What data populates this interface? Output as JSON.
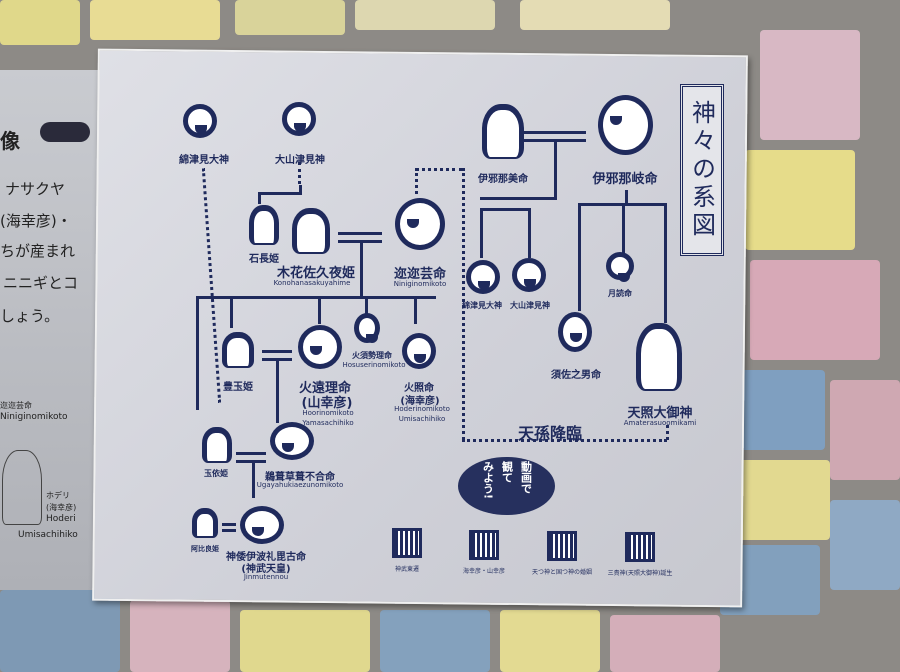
{
  "left_panel": {
    "title": "像",
    "lines": [
      "ナサクヤ",
      "(海幸彦)・",
      "ちが産まれ",
      "ニニギとコ",
      "しょう。"
    ],
    "ninigi": "迩迩芸命",
    "ninigi_romaji": "Niniginomikoto",
    "hoderi": [
      "ホデリ",
      "(海幸彦)",
      "Hoderi",
      "Umisachihiko"
    ]
  },
  "title": "神々の系図",
  "gods": {
    "wadatsumi1": "綿津見大神",
    "ooyamatsumi1": "大山津見神",
    "iwanaga": "石長姫",
    "konohana": "木花佐久夜姫",
    "konohana_r": "Konohanasakuyahime",
    "ninigi": "迩迩芸命",
    "ninigi_r": "Niniginomikoto",
    "izanami": "伊邪那美命",
    "izanagi": "伊邪那岐命",
    "wadatsumi2": "綿津見大神",
    "ooyamatsumi2": "大山津見神",
    "tsukuyomi": "月読命",
    "susanoo": "須佐之男命",
    "amaterasu": "天照大御神",
    "amaterasu_r": "Amaterasuoomikami",
    "toyotama": "豊玉姫",
    "hoori": "火遠理命",
    "hoori2": "(山幸彦)",
    "hoori_r": "Hoorinomikoto",
    "hoori_r2": "Yamasachihiko",
    "hosuseri": "火須勢理命",
    "hosuseri_r": "Hosuserinomikoto",
    "hoderi": "火照命",
    "hoderi2": "(海幸彦)",
    "hoderi_r": "Hoderinomikoto",
    "hoderi_r2": "Umisachihiko",
    "tamayori": "玉依姫",
    "ugaya": "鵜葺草葺不合命",
    "ugaya_r": "Ugayahukiaezunomikoto",
    "ahira": "阿比良姫",
    "jinmu": "神倭伊波礼毘古命",
    "jinmu2": "(神武天皇)",
    "jinmu_r": "Jinmutennou"
  },
  "tenson": "天孫降臨",
  "bubble": [
    "動画で",
    "観て",
    "みよう!"
  ],
  "qr_labels": [
    "神武東遷",
    "海幸彦・山幸彦",
    "天つ神と国つ神の婚姻",
    "三貴神(天照大御神)誕生"
  ],
  "colors": {
    "navy": "#1f2a5c",
    "panel": "#d8d9df"
  }
}
